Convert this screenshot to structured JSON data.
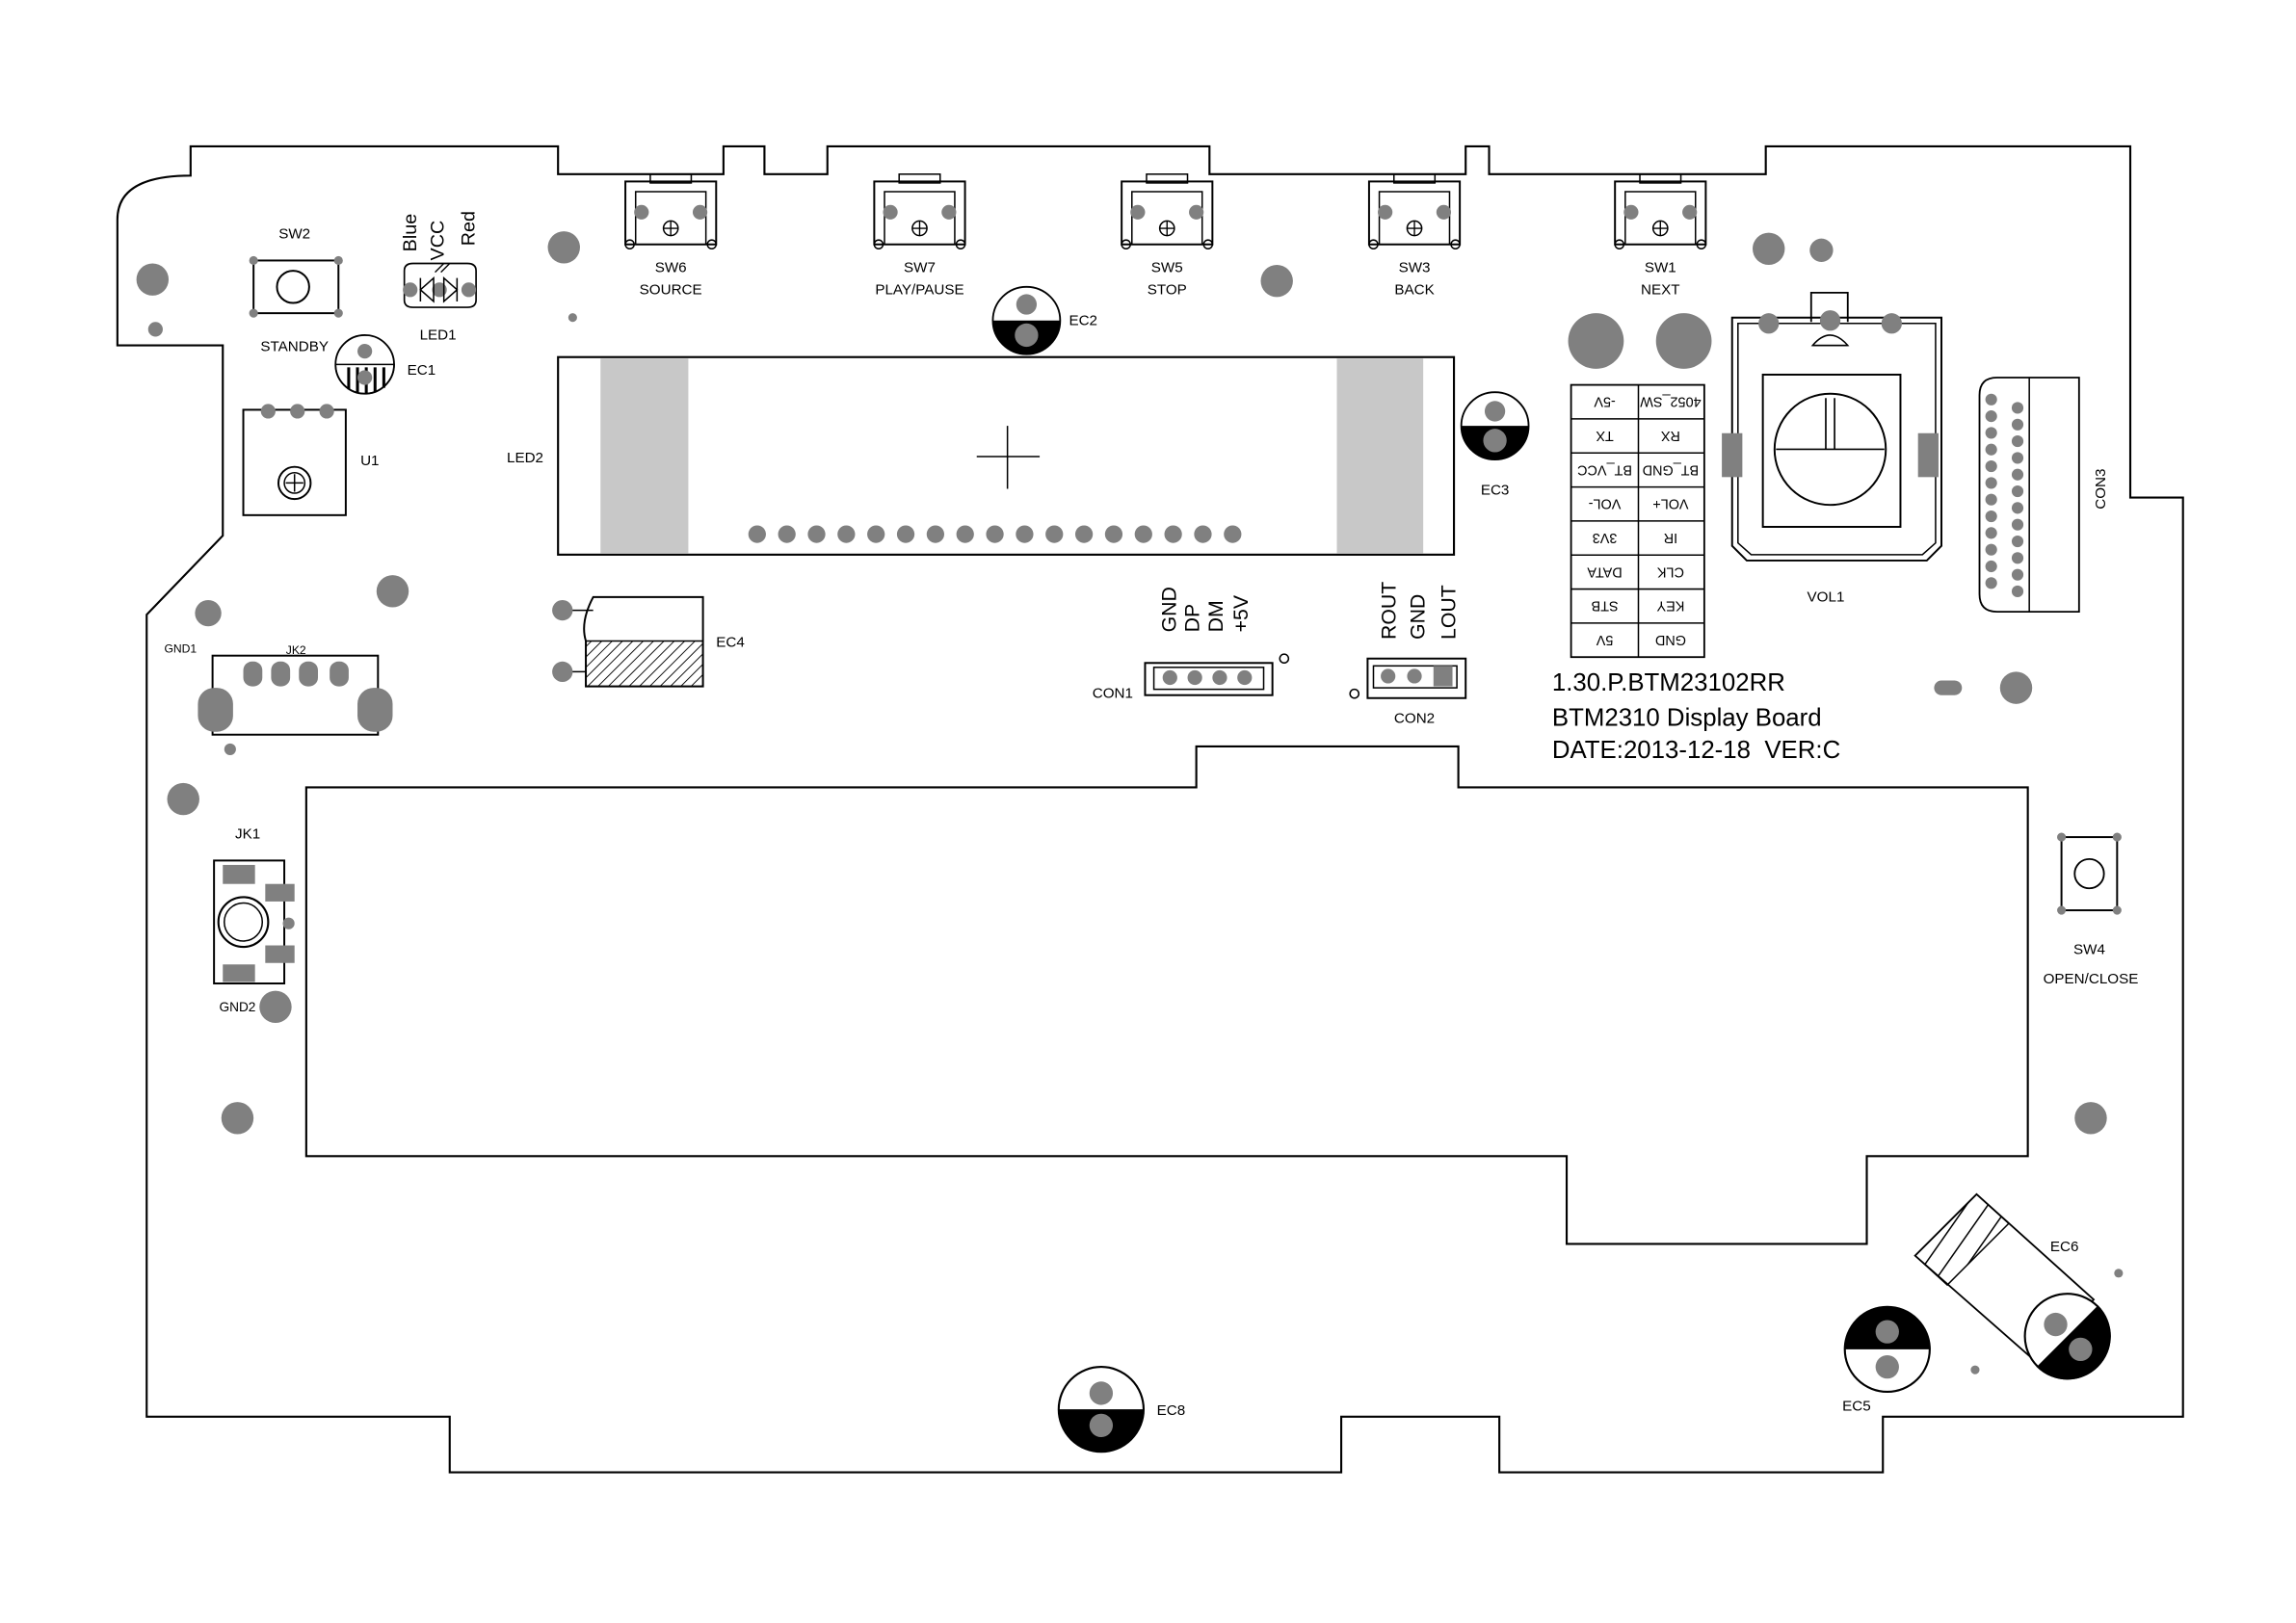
{
  "board": {
    "part_number": "1.30.P.BTM23102RR",
    "title": "BTM2310 Display Board",
    "date_version": "DATE:2013-12-18  VER:C"
  },
  "switches": [
    {
      "ref": "SW6",
      "function": "SOURCE"
    },
    {
      "ref": "SW7",
      "function": "PLAY/PAUSE"
    },
    {
      "ref": "SW5",
      "function": "STOP"
    },
    {
      "ref": "SW3",
      "function": "BACK"
    },
    {
      "ref": "SW1",
      "function": "NEXT"
    }
  ],
  "standby_switch": {
    "ref": "SW2",
    "function": "STANDBY"
  },
  "open_close_switch": {
    "ref": "SW4",
    "function": "OPEN/CLOSE"
  },
  "led1": {
    "ref": "LED1",
    "pins": [
      "Blue",
      "VCC",
      "Red"
    ]
  },
  "refs": {
    "ec1": "EC1",
    "ec2": "EC2",
    "ec3": "EC3",
    "ec4": "EC4",
    "ec5": "EC5",
    "ec6": "EC6",
    "ec8": "EC8",
    "u1": "U1",
    "led2": "LED2",
    "gnd1": "GND1",
    "gnd2": "GND2",
    "jk1": "JK1",
    "jk2": "JK2",
    "vol1": "VOL1",
    "con3": "CON3"
  },
  "con1": {
    "ref": "CON1",
    "pins": [
      "GND",
      "DP",
      "DM",
      "+5V"
    ]
  },
  "con2": {
    "ref": "CON2",
    "pins": [
      "ROUT",
      "GND",
      "LOUT"
    ]
  },
  "pin_table": {
    "left": [
      "-5V",
      "TX",
      "BT_VCC",
      "VOL-",
      "3V3",
      "DATA",
      "STB",
      "5V"
    ],
    "right": [
      "4052_SW",
      "RX",
      "BT_GND",
      "VOL+",
      "IR",
      "CLK",
      "KEY",
      "GND"
    ]
  }
}
